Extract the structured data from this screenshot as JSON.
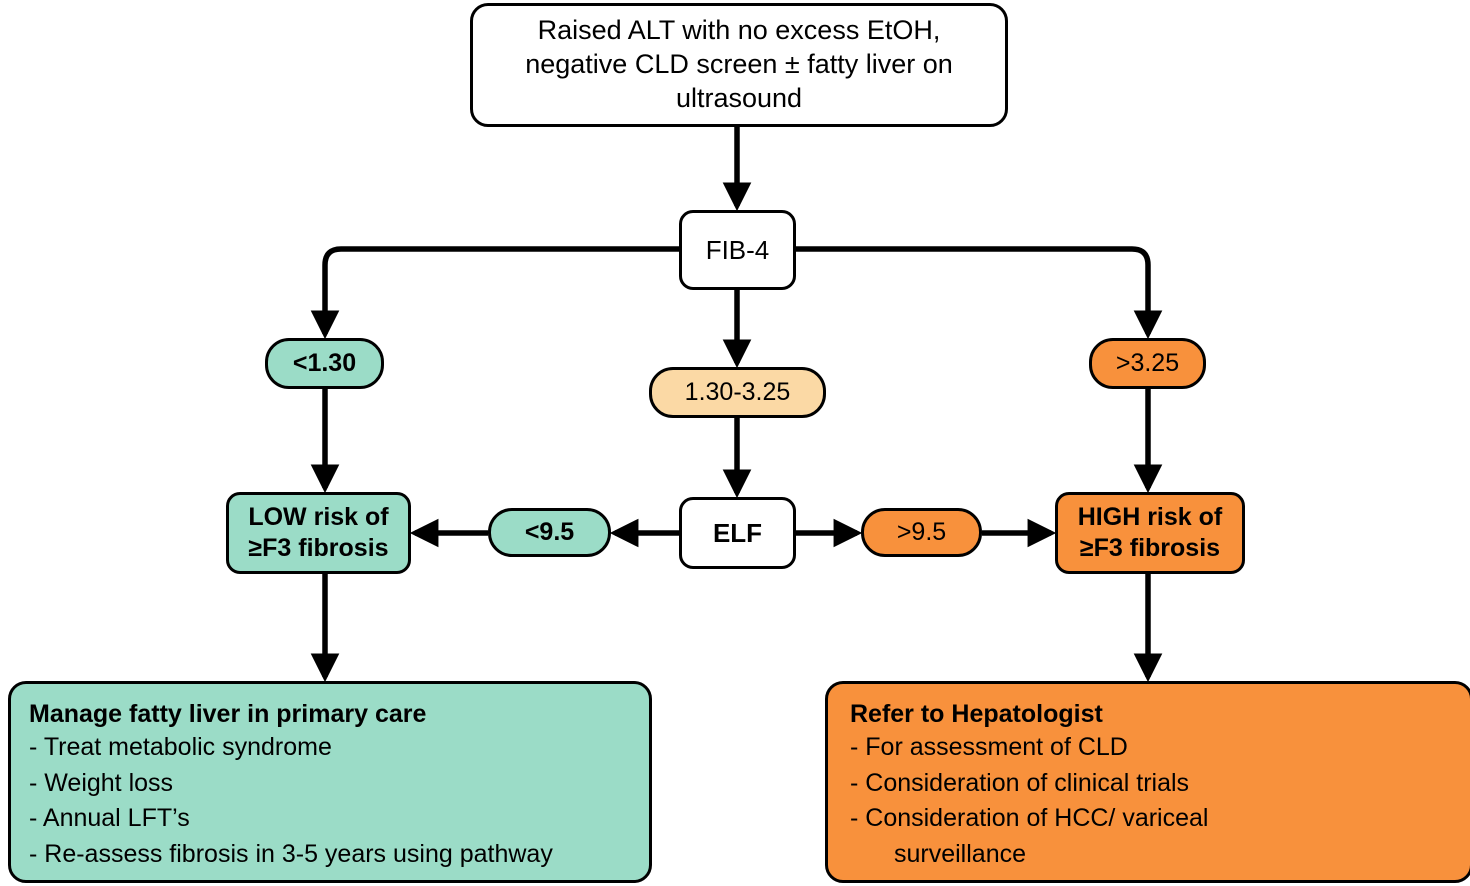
{
  "diagram": {
    "title": "Raised ALT fibrosis assessment pathway",
    "colors": {
      "green": "#9BDCC7",
      "orange": "#F8913C",
      "peach": "#FBD9A5",
      "white": "#FFFFFF",
      "stroke": "#000000"
    }
  },
  "nodes": {
    "entry": {
      "text": "Raised ALT with no excess EtOH, negative CLD screen ± fatty liver on ultrasound"
    },
    "fib4": {
      "label": "FIB-4"
    },
    "fib4_low": {
      "label": "<1.30"
    },
    "fib4_mid": {
      "label": "1.30-3.25"
    },
    "fib4_high": {
      "label": ">3.25"
    },
    "elf": {
      "label": "ELF"
    },
    "elf_low": {
      "label": "<9.5"
    },
    "elf_high": {
      "label": ">9.5"
    },
    "low_risk": {
      "line1": "LOW risk of",
      "line2": "≥F3 fibrosis"
    },
    "high_risk": {
      "line1": "HIGH risk of",
      "line2": "≥F3 fibrosis"
    },
    "manage": {
      "title": "Manage fatty liver in primary care",
      "items": [
        "- Treat metabolic syndrome",
        "- Weight loss",
        "- Annual LFT’s",
        "- Re-assess fibrosis in 3-5 years using pathway"
      ]
    },
    "refer": {
      "title": "Refer to Hepatologist",
      "items": [
        "- For assessment of CLD",
        "- Consideration of clinical trials",
        "- Consideration of HCC/ variceal"
      ],
      "items_wrap": "surveillance"
    }
  }
}
